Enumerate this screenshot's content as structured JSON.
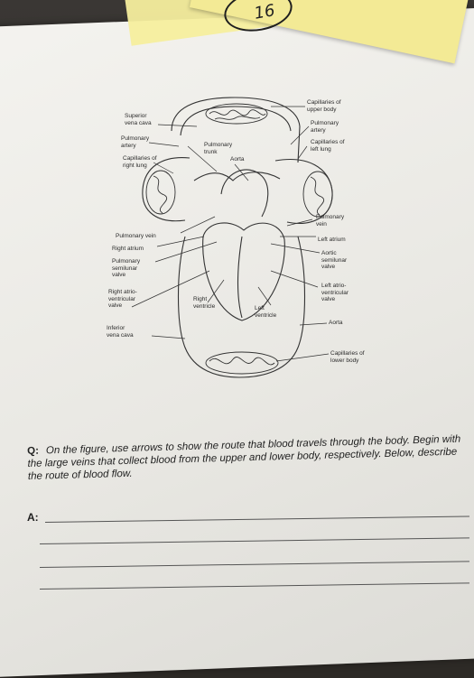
{
  "sticky_note": {
    "number": "16"
  },
  "figure": {
    "labels": {
      "superior_vena_cava": "Superior\nvena cava",
      "pulmonary_artery_left": "Pulmonary\nartery",
      "capillaries_right_lung": "Capillaries of\nright lung",
      "pulmonary_trunk": "Pulmonary\ntrunk",
      "aorta_top": "Aorta",
      "capillaries_upper_body": "Capillaries of\nupper body",
      "pulmonary_artery_right": "Pulmonary\nartery",
      "capillaries_left_lung": "Capillaries of\nleft lung",
      "pulmonary_vein_left": "Pulmonary vein",
      "right_atrium": "Right atrium",
      "pulmonary_semilunar_valve": "Pulmonary\nsemilunar\nvalve",
      "right_av_valve": "Right atrio-\nventricular\nvalve",
      "right_ventricle": "Right\nventricle",
      "left_ventricle": "Left\nventricle",
      "inferior_vena_cava": "Inferior\nvena cava",
      "pulmonary_vein_right": "Pulmonary\nvein",
      "left_atrium": "Left atrium",
      "aortic_semilunar_valve": "Aortic\nsemilunar\nvalve",
      "left_av_valve": "Left atrio-\nventricular\nvalve",
      "aorta_bottom": "Aorta",
      "capillaries_lower_body": "Capillaries of\nlower body"
    }
  },
  "question": {
    "label": "Q:",
    "text": "On the figure, use arrows to show the route that blood travels through the body. Begin with the large veins that collect blood from the upper and lower body, respectively. Below, describe the route of blood flow."
  },
  "answer": {
    "label": "A:"
  }
}
